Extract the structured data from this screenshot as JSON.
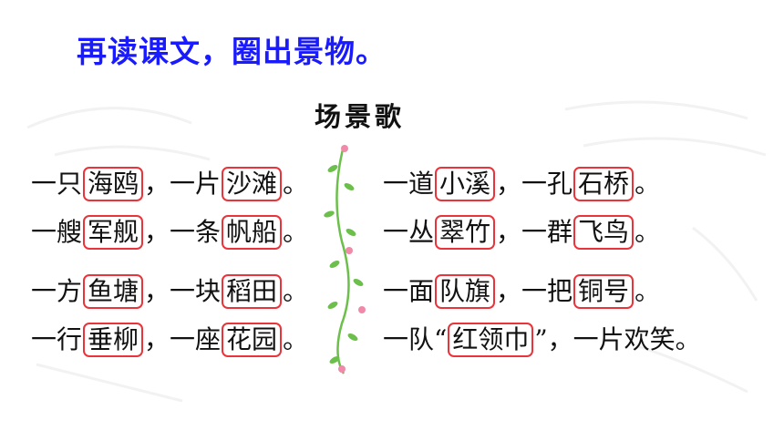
{
  "instruction": "再读课文，圈出景物。",
  "poem_title": "场景歌",
  "left_lines": [
    {
      "a": "一只",
      "w1": "海鸥",
      "b": "，一片",
      "w2": "沙滩",
      "c": "。"
    },
    {
      "a": "一艘",
      "w1": "军舰",
      "b": "，一条",
      "w2": "帆船",
      "c": "。"
    },
    {
      "a": "一方",
      "w1": "鱼塘",
      "b": "，一块",
      "w2": "稻田",
      "c": "。"
    },
    {
      "a": "一行",
      "w1": "垂柳",
      "b": "，一座",
      "w2": "花园",
      "c": "。"
    }
  ],
  "right_lines": [
    {
      "a": "一道",
      "w1": "小溪",
      "b": "，一孔",
      "w2": "石桥",
      "c": "。"
    },
    {
      "a": "一丛",
      "w1": "翠竹",
      "b": "，一群",
      "w2": "飞鸟",
      "c": "。"
    },
    {
      "a": "一面",
      "w1": "队旗",
      "b": "，一把",
      "w2": "铜号",
      "c": "。"
    }
  ],
  "last_right": {
    "a": "一队“",
    "w1": "红领巾",
    "b": "”，一片欢笑。"
  },
  "colors": {
    "instruction": "#1a1aff",
    "circle": "#e8343a",
    "vine": "#6bbf4a",
    "flower": "#f08aa8"
  }
}
